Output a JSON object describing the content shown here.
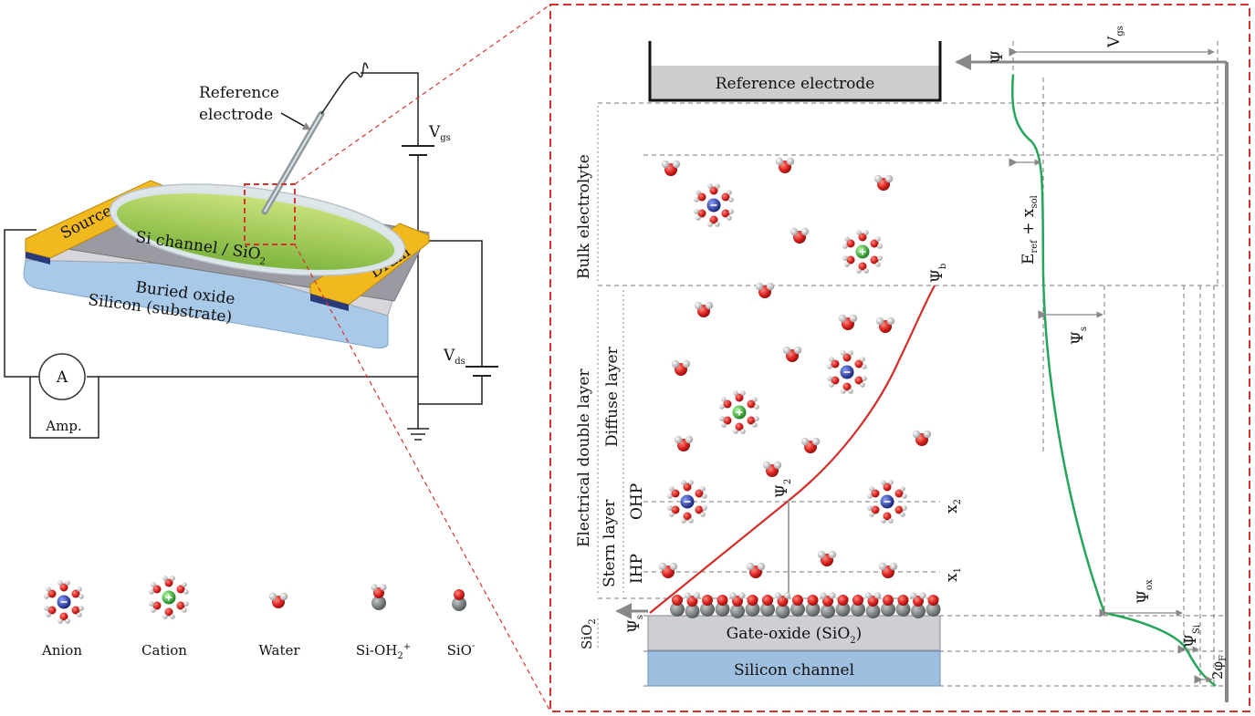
{
  "device": {
    "reference_electrode": [
      "Reference",
      "electrode"
    ],
    "vgs": "V",
    "vgs_sub": "gs",
    "vds": "V",
    "vds_sub": "ds",
    "source": "Source",
    "drain": "Drain",
    "channel": "Si channel / SiO",
    "channel_sub": "2",
    "buried_oxide": "Buried oxide",
    "substrate": "Silicon (substrate)",
    "ammeter": "A",
    "amp": "Amp."
  },
  "legend": {
    "anion": "Anion",
    "cation": "Cation",
    "water": "Water",
    "sioh2": "Si-OH",
    "sioh2_sub": "2",
    "sioh2_sup": "+",
    "sio": "SiO",
    "sio_sup": "-"
  },
  "detail": {
    "reference_electrode": "Reference electrode",
    "gate_oxide": "Gate-oxide (SiO",
    "gate_oxide_sub": "2",
    "gate_oxide_end": ")",
    "silicon_channel": "Silicon channel",
    "bulk_electrolyte": "Bulk electrolyte",
    "electrical_double_layer": "Electrical double layer",
    "diffuse_layer": "Diffuse layer",
    "stern_layer": "Stern layer",
    "ohp": "OHP",
    "ihp": "IHP",
    "sio2": "SiO",
    "sio2_sub": "2",
    "psi": "Ψ",
    "psi_b_sub": "b",
    "psi_2_sub": "2",
    "psi_s_sub": "s",
    "x1": "x",
    "x1_sub": "1",
    "x2": "x",
    "x2_sub": "2",
    "vgs": "V",
    "vgs_sub": "gs",
    "eref": "E",
    "eref_sub": "ref",
    "plus_x": " + x",
    "sol_sub": "sol",
    "psi_ox_sub": "ox",
    "psi_si_sub": "Si",
    "phi_f": "2φ",
    "phi_f_sub": "F"
  },
  "colors": {
    "frame": "#d8322c",
    "gold": "#f2b91f",
    "blue_substrate": "#a9c9e8",
    "oxide_gray": "#cfcfd3",
    "green_curve": "#25a55a",
    "red_curve": "#d42e28",
    "oxygen": "#d8201d",
    "hydrogen": "#e6e6e6",
    "anion_core": "#1d2f96",
    "cation_core": "#1fa524"
  }
}
